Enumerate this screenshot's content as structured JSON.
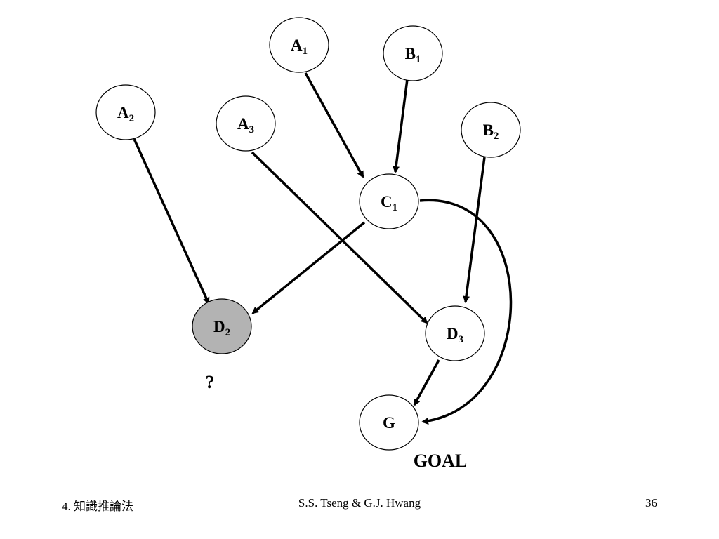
{
  "nodes": [
    {
      "id": "A1",
      "letter": "A",
      "sub": "1",
      "fill": "#ffffff"
    },
    {
      "id": "B1",
      "letter": "B",
      "sub": "1",
      "fill": "#ffffff"
    },
    {
      "id": "A2",
      "letter": "A",
      "sub": "2",
      "fill": "#ffffff"
    },
    {
      "id": "A3",
      "letter": "A",
      "sub": "3",
      "fill": "#ffffff"
    },
    {
      "id": "B2",
      "letter": "B",
      "sub": "2",
      "fill": "#ffffff"
    },
    {
      "id": "C1",
      "letter": "C",
      "sub": "1",
      "fill": "#ffffff"
    },
    {
      "id": "D2",
      "letter": "D",
      "sub": "2",
      "fill": "#b3b3b3"
    },
    {
      "id": "D3",
      "letter": "D",
      "sub": "3",
      "fill": "#ffffff"
    },
    {
      "id": "G",
      "letter": "G",
      "sub": "",
      "fill": "#ffffff"
    }
  ],
  "edges": [
    {
      "from": "A1",
      "to": "C1"
    },
    {
      "from": "B1",
      "to": "C1"
    },
    {
      "from": "A2",
      "to": "D2"
    },
    {
      "from": "A3",
      "to": "D3"
    },
    {
      "from": "C1",
      "to": "D2"
    },
    {
      "from": "B2",
      "to": "D3"
    },
    {
      "from": "D3",
      "to": "G"
    },
    {
      "from": "C1",
      "to": "G"
    }
  ],
  "annotations": {
    "question": "?",
    "goal": "GOAL"
  },
  "footer": {
    "left": "4. 知識推論法",
    "center": "S.S. Tseng & G.J. Hwang",
    "page": "36"
  }
}
